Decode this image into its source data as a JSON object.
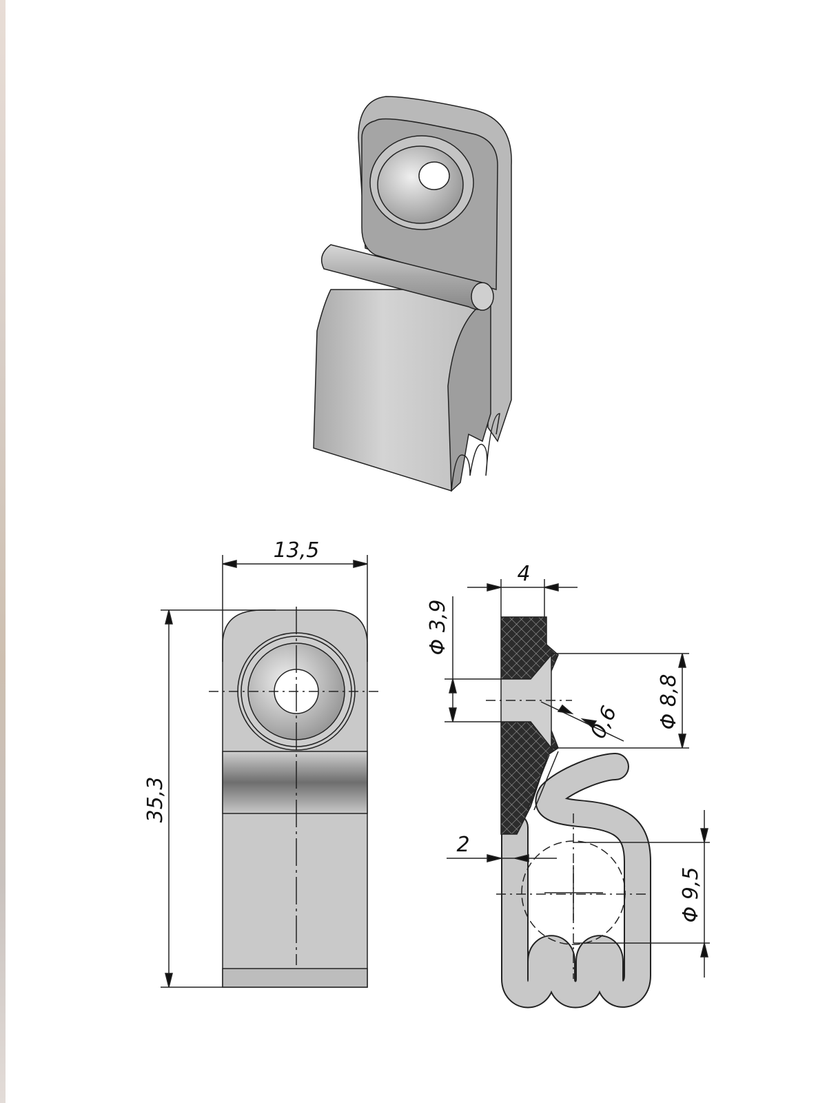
{
  "drawing": {
    "title": "Clip technical drawing",
    "dimensions": {
      "width": "13,5",
      "height": "35,3",
      "plate_thickness": "4",
      "hole_diameter": "Φ 3,9",
      "counterbore_diameter": "Φ 8,8",
      "gap": "0,6",
      "wall": "2",
      "cable_diameter": "Φ 9,5"
    }
  }
}
